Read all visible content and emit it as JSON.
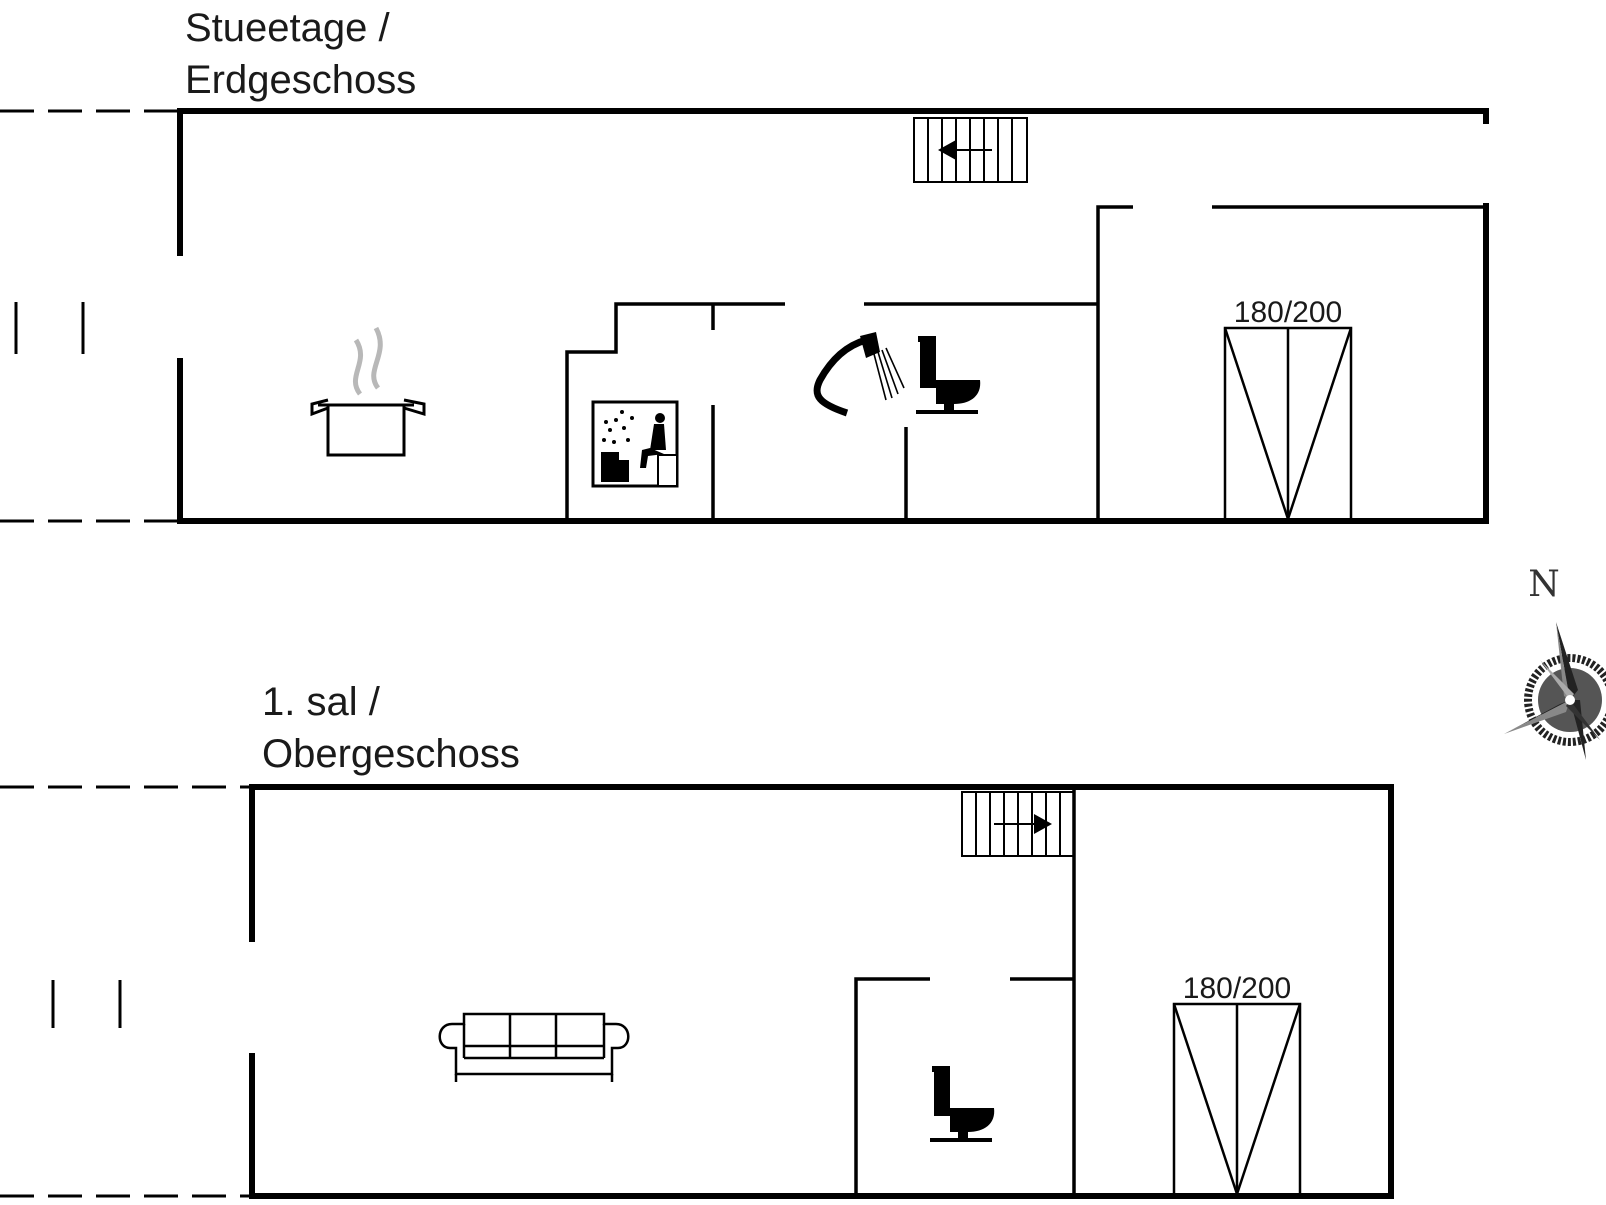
{
  "floors": [
    {
      "title_line1": "Stueetage /",
      "title_line2": "Erdgeschoss"
    },
    {
      "title_line1": "1. sal /",
      "title_line2": "Obergeschoss"
    }
  ],
  "bed_size_ground": "180/200",
  "bed_size_upper": "180/200",
  "compass_label": "N",
  "colors": {
    "wall": "#000000",
    "steam": "#b8b8b8",
    "background": "#ffffff"
  }
}
